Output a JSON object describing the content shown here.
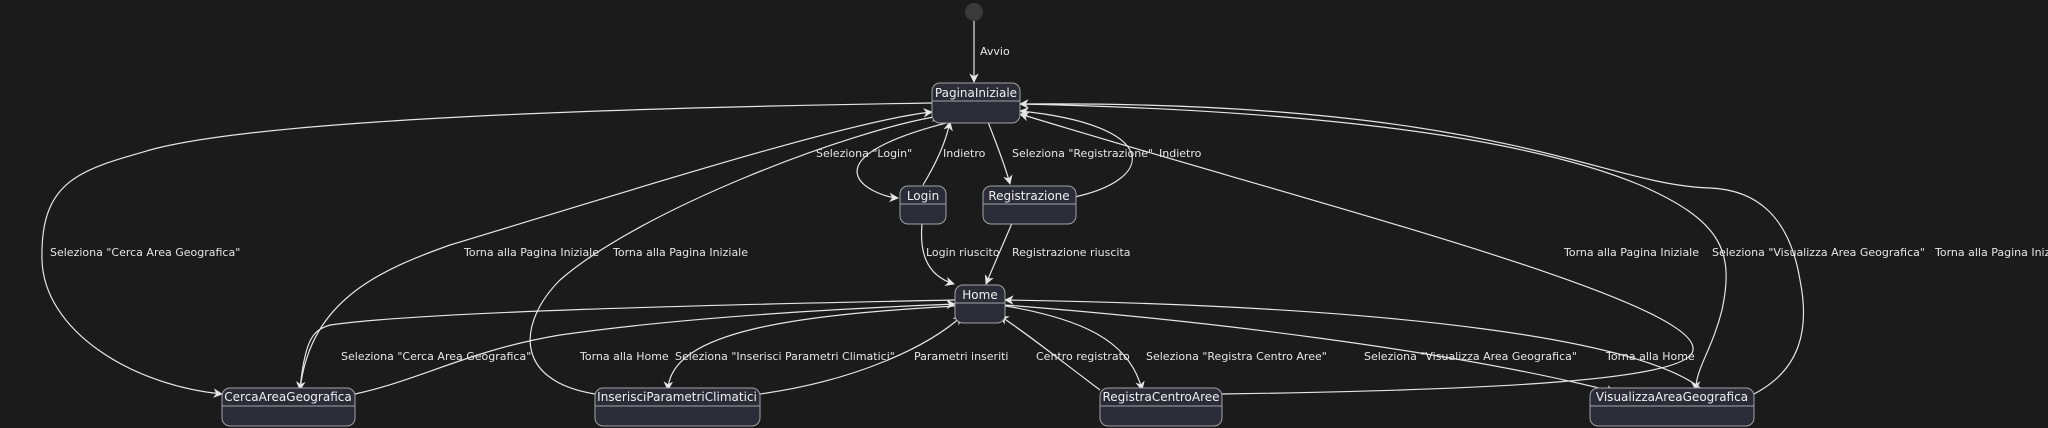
{
  "states": {
    "pagina_iniziale": "PaginaIniziale",
    "login": "Login",
    "registrazione": "Registrazione",
    "home": "Home",
    "cerca_area": "CercaAreaGeografica",
    "inserisci_parametri": "InserisciParametriClimatici",
    "registra_centro": "RegistraCentroAree",
    "visualizza_area": "VisualizzaAreaGeografica"
  },
  "transitions": {
    "avvio": "Avvio",
    "seleziona_login": "Seleziona \"Login\"",
    "login_indietro": "Indietro",
    "seleziona_registrazione": "Seleziona \"Registrazione\"",
    "registrazione_indietro": "Indietro",
    "login_riuscito": "Login riuscito",
    "registrazione_riuscita": "Registrazione riuscita",
    "pi_seleziona_cerca": "Seleziona \"Cerca Area Geografica\"",
    "cerca_torna_pi": "Torna alla Pagina Iniziale",
    "inserisci_torna_pi": "Torna alla Pagina Iniziale",
    "registra_torna_pi": "Torna alla Pagina Iniziale",
    "pi_seleziona_visualizza": "Seleziona \"Visualizza Area Geografica\"",
    "visualizza_torna_pi": "Torna alla Pagina Iniziale",
    "home_seleziona_cerca": "Seleziona \"Cerca Area Geografica\"",
    "cerca_torna_home": "Torna alla Home",
    "home_seleziona_inserisci": "Seleziona \"Inserisci Parametri Climatici\"",
    "parametri_inseriti": "Parametri inseriti",
    "centro_registrato": "Centro registrato",
    "home_seleziona_registra": "Seleziona \"Registra Centro Aree\"",
    "home_seleziona_visualizza": "Seleziona \"Visualizza Area Geografica\"",
    "visualizza_torna_home": "Torna alla Home"
  },
  "colors": {
    "background": "#1b1b1b",
    "state_fill": "#2b2c37",
    "state_border": "#a3a3a3",
    "arrow": "#e6e6e6",
    "text": "#f0f0f0"
  }
}
